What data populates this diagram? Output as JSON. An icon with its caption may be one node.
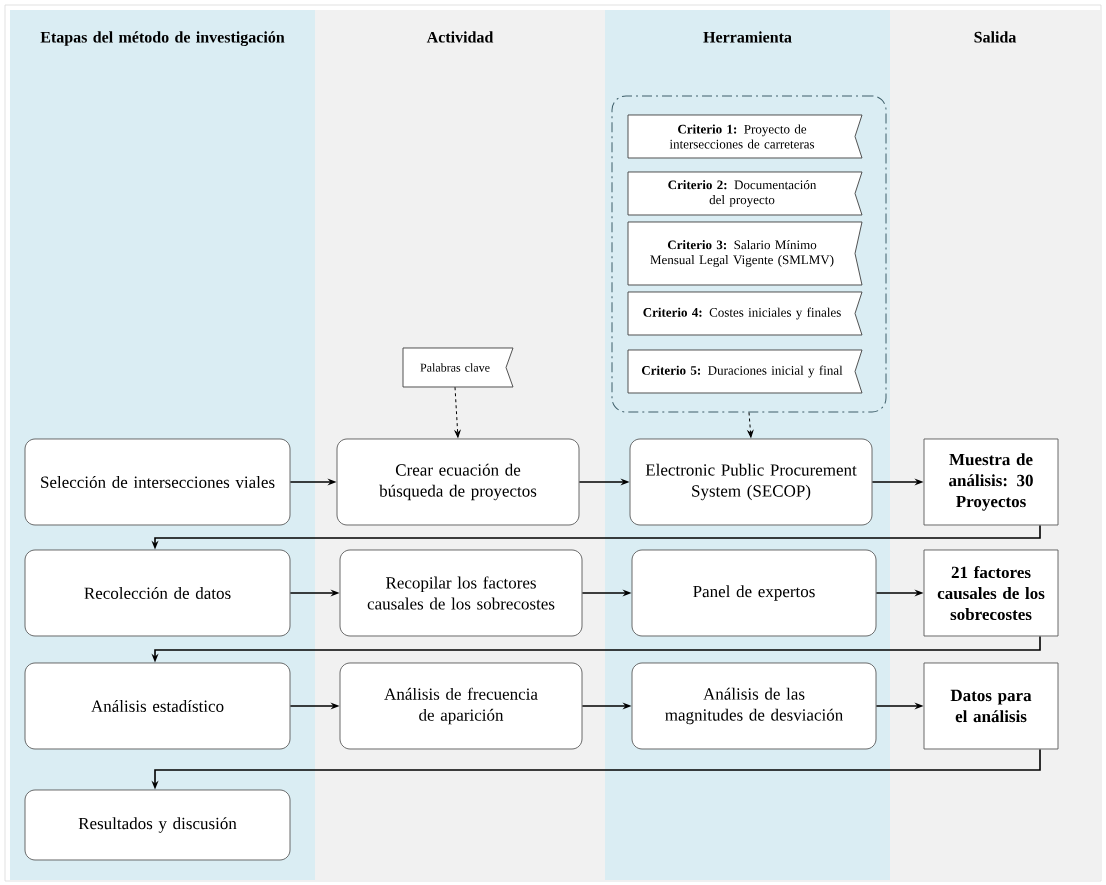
{
  "diagram": {
    "nodes": [
      {
        "text": [
          "Etapas del método de investigación"
        ]
      },
      {
        "text": [
          "Actividad"
        ]
      },
      {
        "text": [
          "Herramienta"
        ]
      },
      {
        "text": [
          "Salida"
        ]
      },
      {
        "text": [],
        "shape": "box",
        "in": 2
      },
      {
        "text": [
          "**Criterio 1:** Proyecto de intersecciones de carreteras"
        ],
        "in": 4
      },
      {
        "text": [
          "**Criterio 2:** Documentación del proyecto"
        ],
        "in": 4
      },
      {
        "text": [
          "**Criterio 3:** Salario Mínimo Mensual Legal Vigente (SMLMV)"
        ],
        "in": 4
      },
      {
        "text": [
          "**Criterio 4:** Costes iniciales y finales"
        ],
        "in": 4
      },
      {
        "text": [
          "**Criterio 5:** Duraciones inicial y final"
        ],
        "in": 4
      },
      {
        "text": [
          "Palabras clave"
        ],
        "in": 1
      },
      {
        "text": [
          "Selección de intersecciones viales"
        ],
        "in": 0
      },
      {
        "text": [
          "Crear ecuación de búsqueda de proyectos"
        ],
        "in": 1
      },
      {
        "text": [
          "Electronic Public Procurement System (SECOP)"
        ],
        "in": 2
      },
      {
        "text": [
          "Muestra de análisis: 30 Proyectos"
        ],
        "in": 3
      },
      {
        "text": [
          "Recolección de datos"
        ],
        "in": 0
      },
      {
        "text": [
          "Recopilar los factores causales de los sobrecostes"
        ],
        "in": 1
      },
      {
        "text": [
          "Panel de expertos"
        ],
        "in": 2
      },
      {
        "text": [
          "21 factores causales de los sobrecostes"
        ],
        "in": 3
      },
      {
        "text": [
          "Análisis estadístico"
        ],
        "in": 0
      },
      {
        "text": [
          "Análisis de frecuencia de aparición"
        ],
        "in": 1
      },
      {
        "text": [
          "Análisis de las magnitudes de desviación"
        ],
        "in": 2
      },
      {
        "text": [
          "Datos para el análisis"
        ],
        "in": 3
      },
      {
        "text": [
          "Resultados y discusión"
        ],
        "in": 0
      }
    ],
    "edges": [
      {
        "from": 10,
        "to": 12,
        "arrow": "to",
        "style": "dashed"
      },
      {
        "from": 4,
        "to": 13,
        "arrow": "to",
        "style": "dashed"
      },
      {
        "from": 11,
        "to": 12,
        "arrow": "to"
      },
      {
        "from": 12,
        "to": 13,
        "arrow": "to"
      },
      {
        "from": 13,
        "to": 14,
        "arrow": "to"
      },
      {
        "from": 14,
        "to": 15,
        "arrow": "to"
      },
      {
        "from": 15,
        "to": 16,
        "arrow": "to"
      },
      {
        "from": 16,
        "to": 17,
        "arrow": "to"
      },
      {
        "from": 17,
        "to": 18,
        "arrow": "to"
      },
      {
        "from": 18,
        "to": 19,
        "arrow": "to"
      },
      {
        "from": 19,
        "to": 20,
        "arrow": "to"
      },
      {
        "from": 20,
        "to": 21,
        "arrow": "to"
      },
      {
        "from": 21,
        "to": 22,
        "arrow": "to"
      },
      {
        "from": 22,
        "to": 23,
        "arrow": "to"
      }
    ]
  }
}
